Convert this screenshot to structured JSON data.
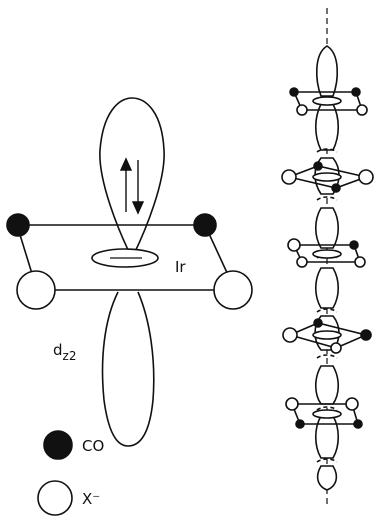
{
  "labels": {
    "metal": "Ir",
    "orbital_main": "d",
    "orbital_sub": "z2"
  },
  "legend": [
    {
      "name": "co",
      "text": "CO",
      "fill": "#000000"
    },
    {
      "name": "x",
      "text": "X⁻",
      "fill": "#ffffff"
    }
  ],
  "colors": {
    "ink": "#111111",
    "paper": "#ffffff"
  }
}
